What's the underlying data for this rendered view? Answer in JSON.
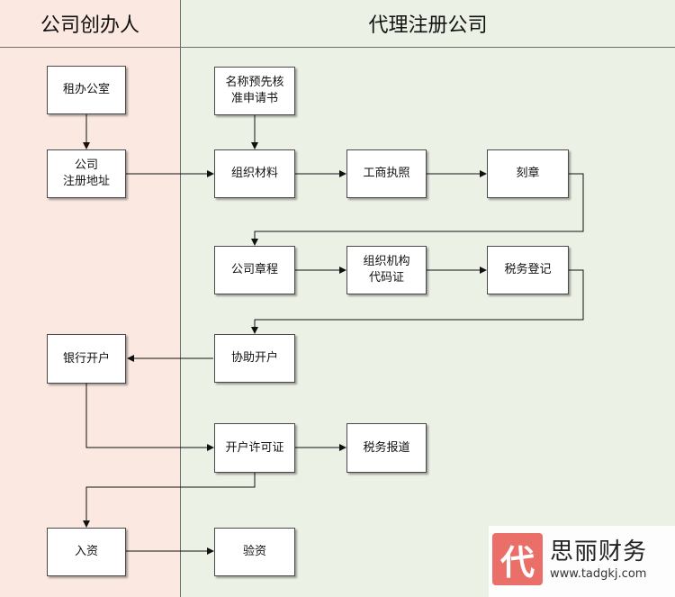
{
  "lanes": {
    "left_title": "公司创办人",
    "right_title": "代理注册公司"
  },
  "nodes": {
    "rent_office": "租办公室",
    "company_address": "公司\n注册地址",
    "name_precheck": "名称预先核\n准申请书",
    "organize_materials": "组织材料",
    "business_license": "工商执照",
    "engrave_seal": "刻章",
    "articles": "公司章程",
    "org_code": "组织机构\n代码证",
    "tax_registration": "税务登记",
    "assist_account": "协助开户",
    "bank_account": "银行开户",
    "account_permit": "开户许可证",
    "tax_report": "税务报道",
    "capital_injection": "入资",
    "capital_verification": "验资"
  },
  "watermark": {
    "logo_char": "代",
    "name": "思丽财务",
    "url": "www.tadgkj.com"
  }
}
